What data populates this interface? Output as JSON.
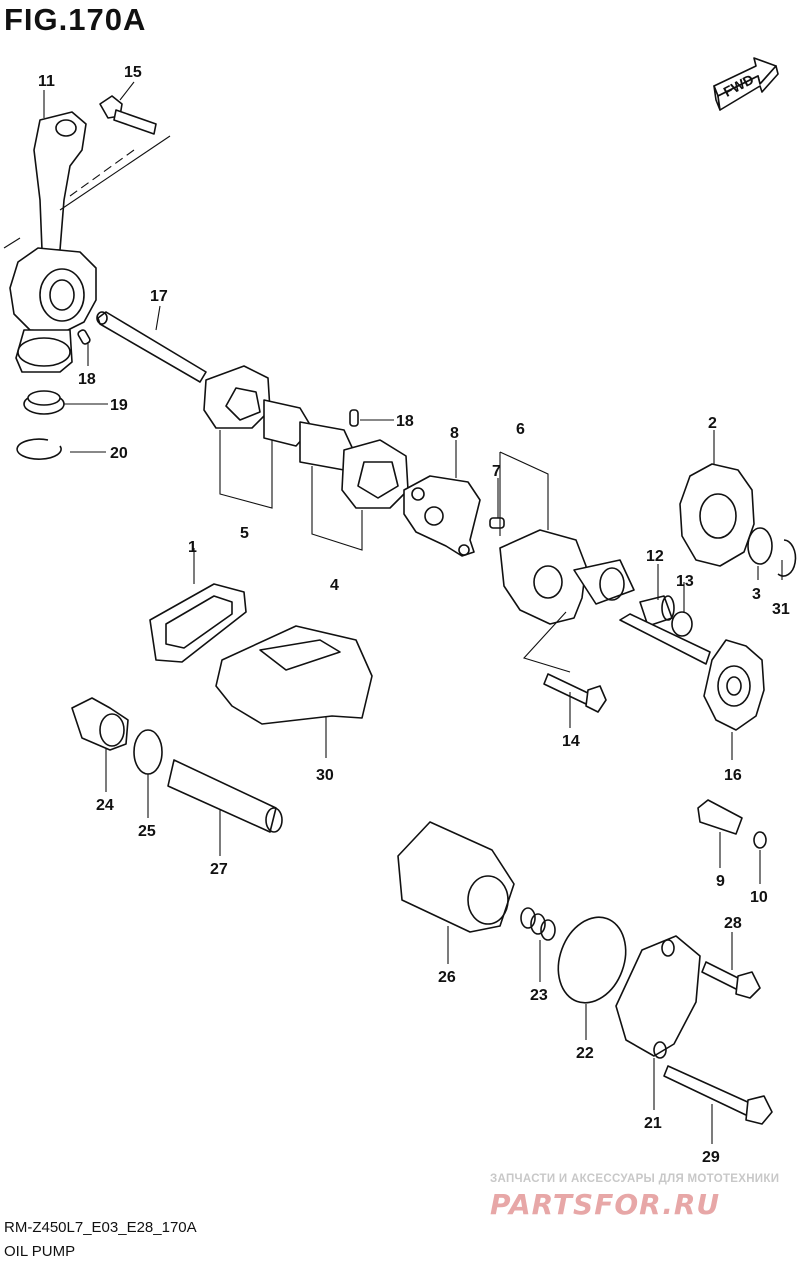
{
  "figure": {
    "title": "FIG.170A",
    "direction_label": "FWD",
    "code": "RM-Z450L7_E03_E28_170A",
    "name": "OIL PUMP"
  },
  "watermark": {
    "line1": "ЗАПЧАСТИ И АКСЕССУАРЫ ДЛЯ МОТОТЕХНИКИ",
    "logo": "PARTSFOR.RU"
  },
  "callouts": {
    "c1": "1",
    "c2": "2",
    "c3": "3",
    "c4": "4",
    "c5": "5",
    "c6": "6",
    "c7": "7",
    "c8": "8",
    "c9": "9",
    "c10": "10",
    "c11": "11",
    "c12": "12",
    "c13": "13",
    "c14": "14",
    "c15": "15",
    "c16": "16",
    "c17": "17",
    "c18a": "18",
    "c18b": "18",
    "c19": "19",
    "c20": "20",
    "c21": "21",
    "c22": "22",
    "c23": "23",
    "c24": "24",
    "c25": "25",
    "c26": "26",
    "c27": "27",
    "c28": "28",
    "c29": "29",
    "c30": "30",
    "c31": "31"
  }
}
